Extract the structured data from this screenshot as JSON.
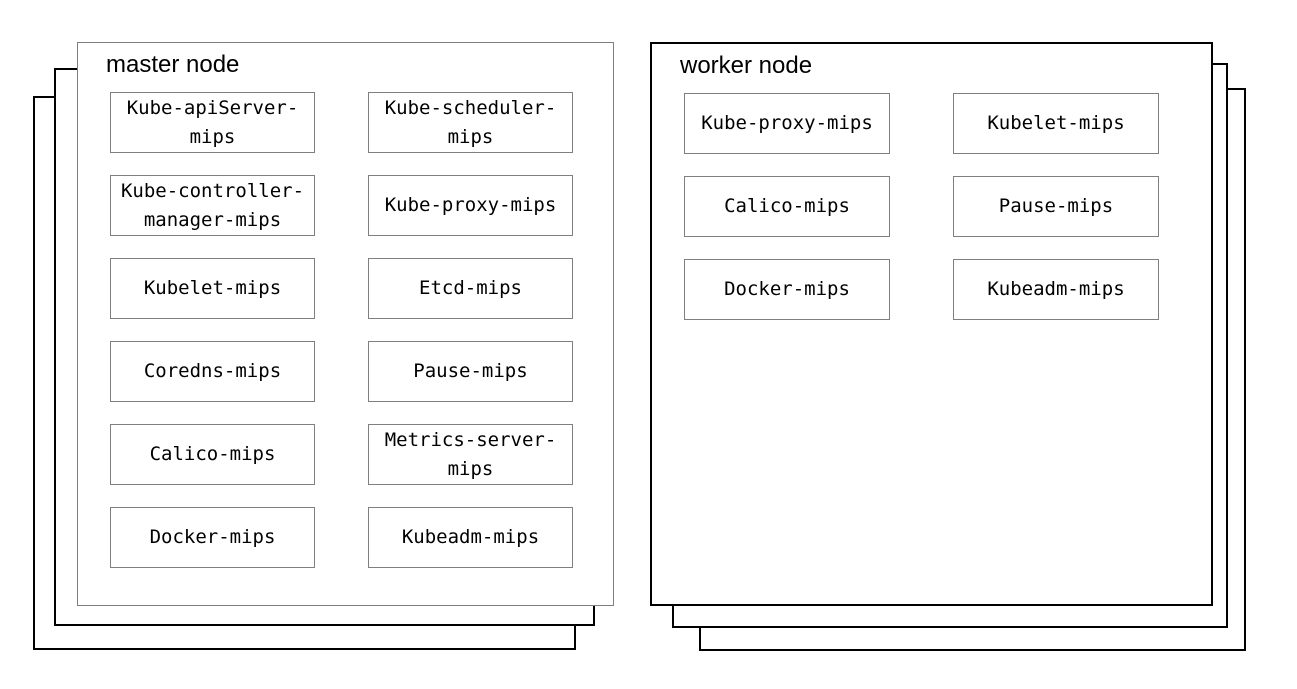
{
  "master_node": {
    "title": "master node",
    "components": [
      {
        "label": "Kube-apiServer-\nmips"
      },
      {
        "label": "Kube-scheduler-\nmips"
      },
      {
        "label": "Kube-controller-\nmanager-mips"
      },
      {
        "label": "Kube-proxy-mips"
      },
      {
        "label": "Kubelet-mips"
      },
      {
        "label": "Etcd-mips"
      },
      {
        "label": "Coredns-mips"
      },
      {
        "label": "Pause-mips"
      },
      {
        "label": "Calico-mips"
      },
      {
        "label": "Metrics-server-\nmips"
      },
      {
        "label": "Docker-mips"
      },
      {
        "label": "Kubeadm-mips"
      }
    ]
  },
  "worker_node": {
    "title": "worker node",
    "components": [
      {
        "label": "Kube-proxy-mips"
      },
      {
        "label": "Kubelet-mips"
      },
      {
        "label": "Calico-mips"
      },
      {
        "label": "Pause-mips"
      },
      {
        "label": "Docker-mips"
      },
      {
        "label": "Kubeadm-mips"
      }
    ]
  },
  "colors": {
    "background": "#ffffff",
    "master_box_border": "#7f7f7f",
    "worker_box_border": "#000000",
    "stacked_layer_border": "#000000",
    "component_box_border": "#7f7f7f",
    "text": "#000000"
  }
}
